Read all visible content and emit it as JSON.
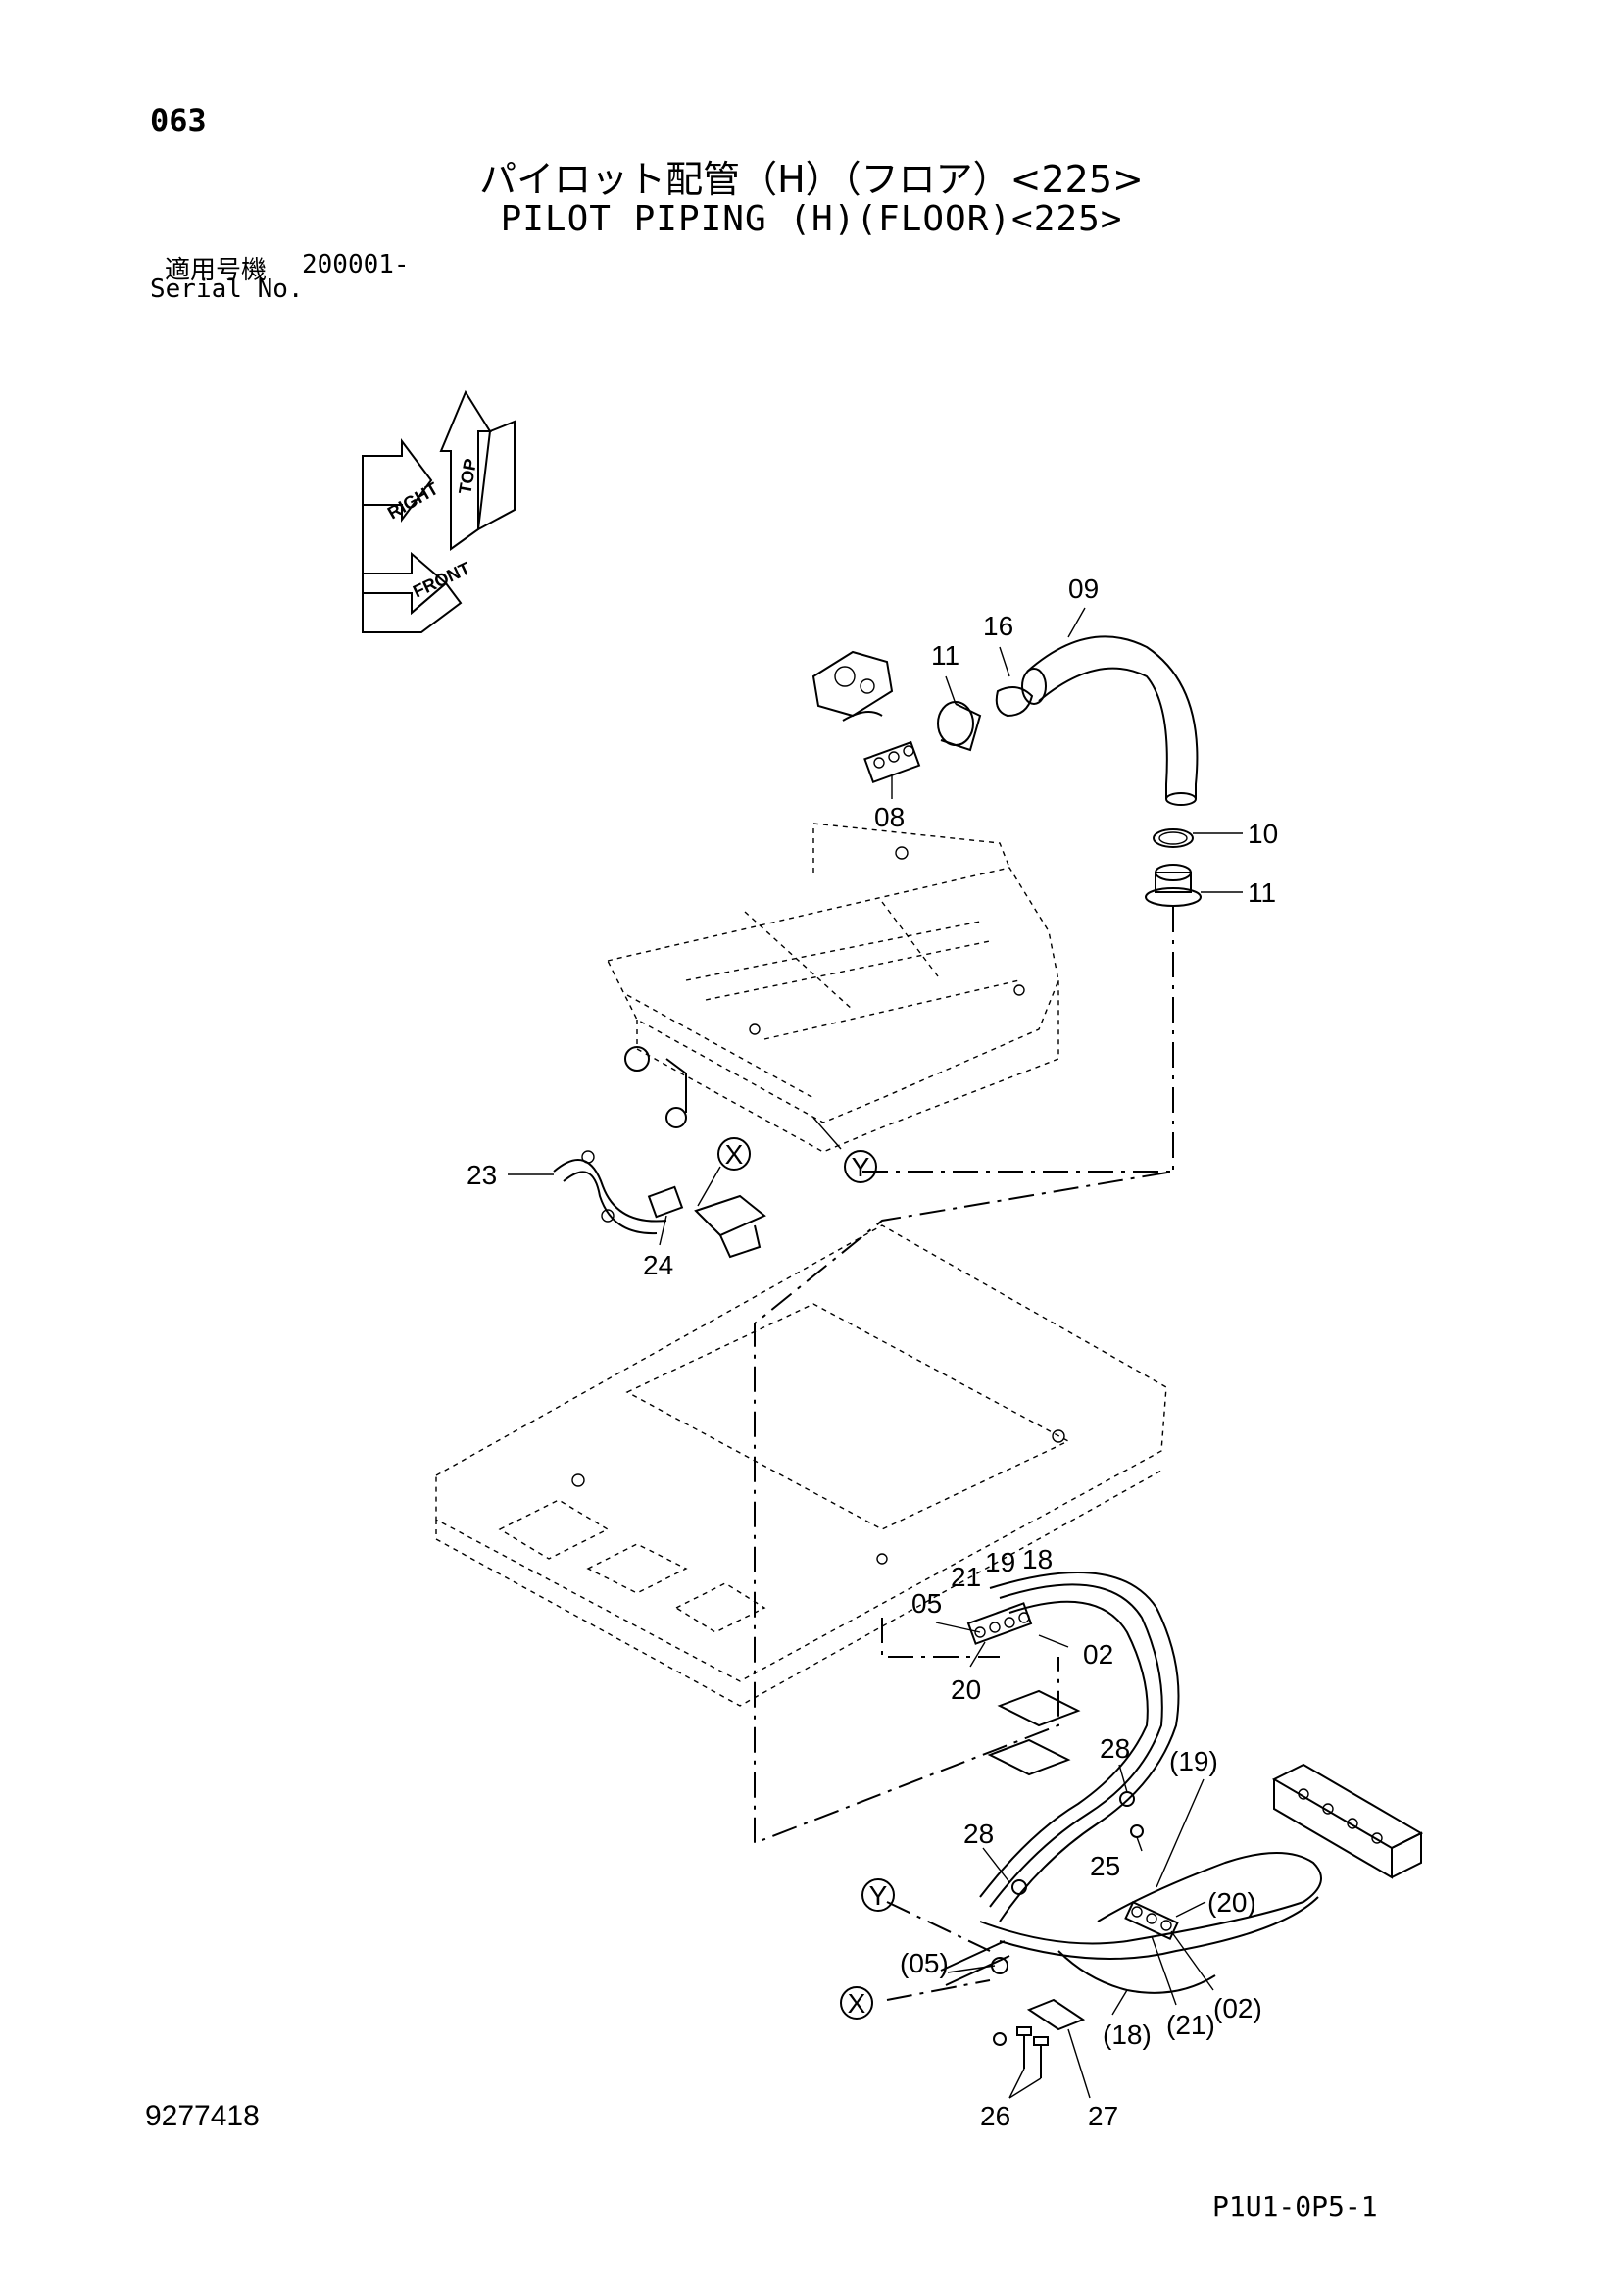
{
  "header": {
    "page_number": "063",
    "title_jp": "パイロット配管（H）（フロア）<225>",
    "title_en": "PILOT PIPING (H)(FLOOR)<225>",
    "serial_label_jp": "適用号機",
    "serial_value": "200001-",
    "serial_label_en": "Serial No."
  },
  "orientation": {
    "top": "TOP",
    "right": "RIGHT",
    "front": "FRONT"
  },
  "callouts": {
    "p09": "09",
    "p16": "16",
    "p11a": "11",
    "p08": "08",
    "p10": "10",
    "p11b": "11",
    "p23": "23",
    "p24": "24",
    "x1": "X",
    "y1": "Y",
    "p21": "21",
    "p19": "19",
    "p18": "18",
    "p05": "05",
    "p02": "02",
    "p20": "20",
    "p28a": "28",
    "p19b": "(19)",
    "p28b": "28",
    "p25": "25",
    "y2": "Y",
    "p20b": "(20)",
    "p05b": "(05)",
    "x2": "X",
    "p02b": "(02)",
    "p21b": "(21)",
    "p18b": "(18)",
    "p26": "26",
    "p27": "27"
  },
  "footer": {
    "doc_number": "9277418",
    "page_code": "P1U1-0P5-1"
  }
}
